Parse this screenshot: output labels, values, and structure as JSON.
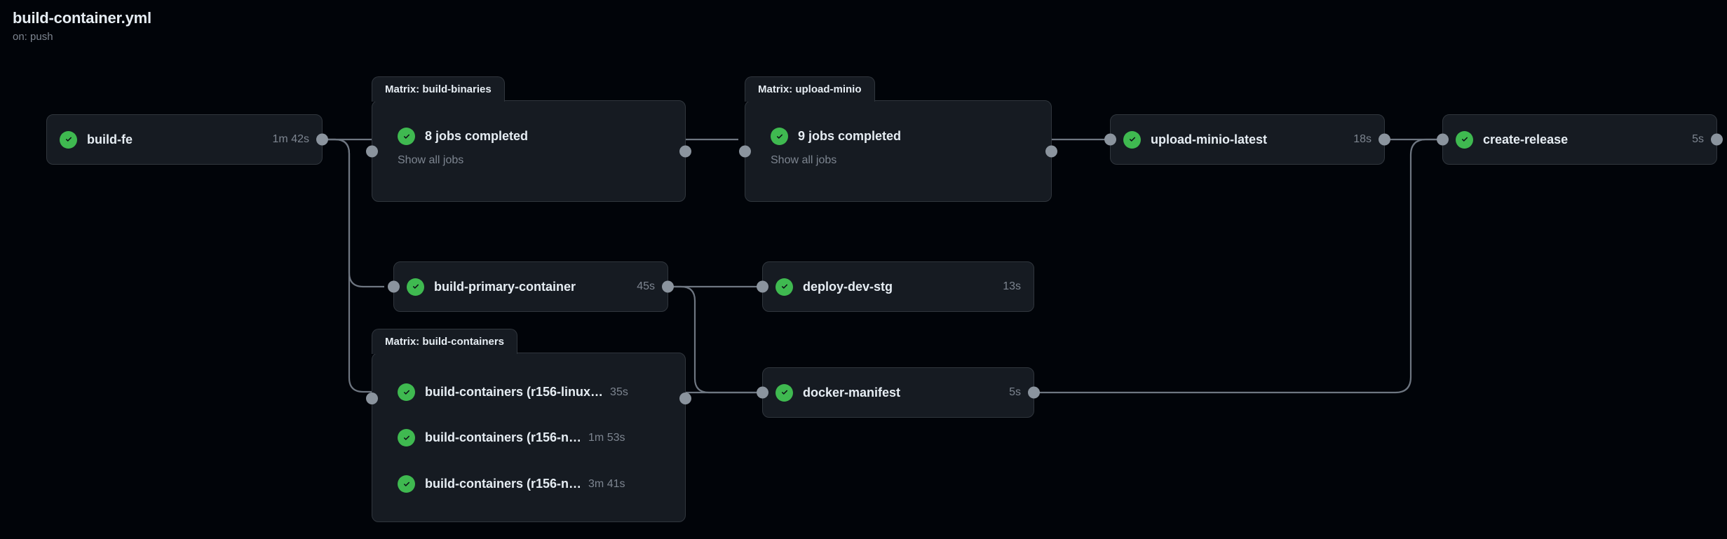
{
  "header": {
    "title": "build-container.yml",
    "trigger": "on: push"
  },
  "theme": {
    "canvas_bg": "#010409",
    "node_bg": "#161b22",
    "node_border": "#30363d",
    "text_primary": "#e6edf3",
    "text_muted": "#7d8590",
    "success_green": "#3fb950",
    "handle_gray": "#8b949e",
    "edge_stroke": "#6e7681"
  },
  "icons": {
    "success": "check-circle-icon"
  },
  "nodes": {
    "build_fe": {
      "label": "build-fe",
      "duration": "1m 42s",
      "status": "success"
    },
    "build_primary_container": {
      "label": "build-primary-container",
      "duration": "45s",
      "status": "success"
    },
    "deploy_dev_stg": {
      "label": "deploy-dev-stg",
      "duration": "13s",
      "status": "success"
    },
    "docker_manifest": {
      "label": "docker-manifest",
      "duration": "5s",
      "status": "success"
    },
    "upload_minio_latest": {
      "label": "upload-minio-latest",
      "duration": "18s",
      "status": "success"
    },
    "create_release": {
      "label": "create-release",
      "duration": "5s",
      "status": "success"
    }
  },
  "matrix_groups": {
    "build_binaries": {
      "tab_label": "Matrix: build-binaries",
      "summary": "8 jobs completed",
      "show_all": "Show all jobs",
      "status": "success"
    },
    "upload_minio": {
      "tab_label": "Matrix: upload-minio",
      "summary": "9 jobs completed",
      "show_all": "Show all jobs",
      "status": "success"
    },
    "build_containers": {
      "tab_label": "Matrix: build-containers",
      "jobs": [
        {
          "label": "build-containers (r156-linux…",
          "duration": "35s",
          "status": "success"
        },
        {
          "label": "build-containers (r156-n…",
          "duration": "1m 53s",
          "status": "success"
        },
        {
          "label": "build-containers (r156-n…",
          "duration": "3m 41s",
          "status": "success"
        }
      ]
    }
  }
}
